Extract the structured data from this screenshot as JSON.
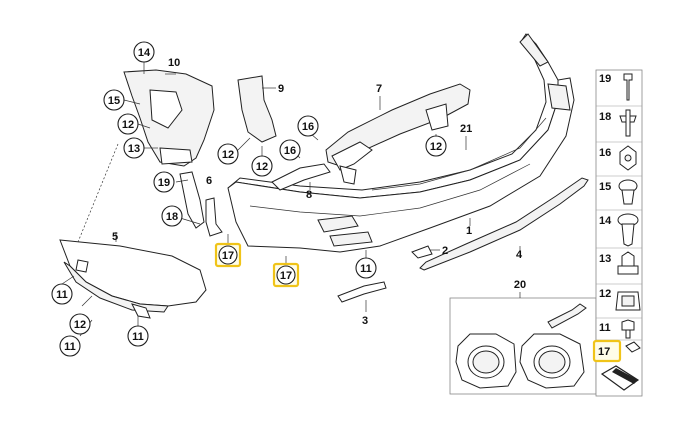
{
  "callouts": {
    "c14": "14",
    "c10": "10",
    "c15": "15",
    "c12a": "12",
    "c13": "13",
    "c12b": "12",
    "c9": "9",
    "c12c": "12",
    "c16a": "16",
    "c16b": "16",
    "c7": "7",
    "c12d": "12",
    "c21": "21",
    "c19": "19",
    "c6": "6",
    "c8": "8",
    "c18": "18",
    "c17a": "17",
    "c17b": "17",
    "c1": "1",
    "c11a": "11",
    "c2": "2",
    "c4": "4",
    "c5": "5",
    "c11b": "11",
    "c12e": "12",
    "c11c": "11",
    "c11d": "11",
    "c3": "3",
    "c20": "20"
  },
  "legend": [
    {
      "num": "19"
    },
    {
      "num": "18"
    },
    {
      "num": "16"
    },
    {
      "num": "15"
    },
    {
      "num": "14"
    },
    {
      "num": "13"
    },
    {
      "num": "12"
    },
    {
      "num": "11"
    },
    {
      "num": "17"
    }
  ],
  "colors": {
    "highlight": "#f0c419",
    "line": "#222222"
  }
}
